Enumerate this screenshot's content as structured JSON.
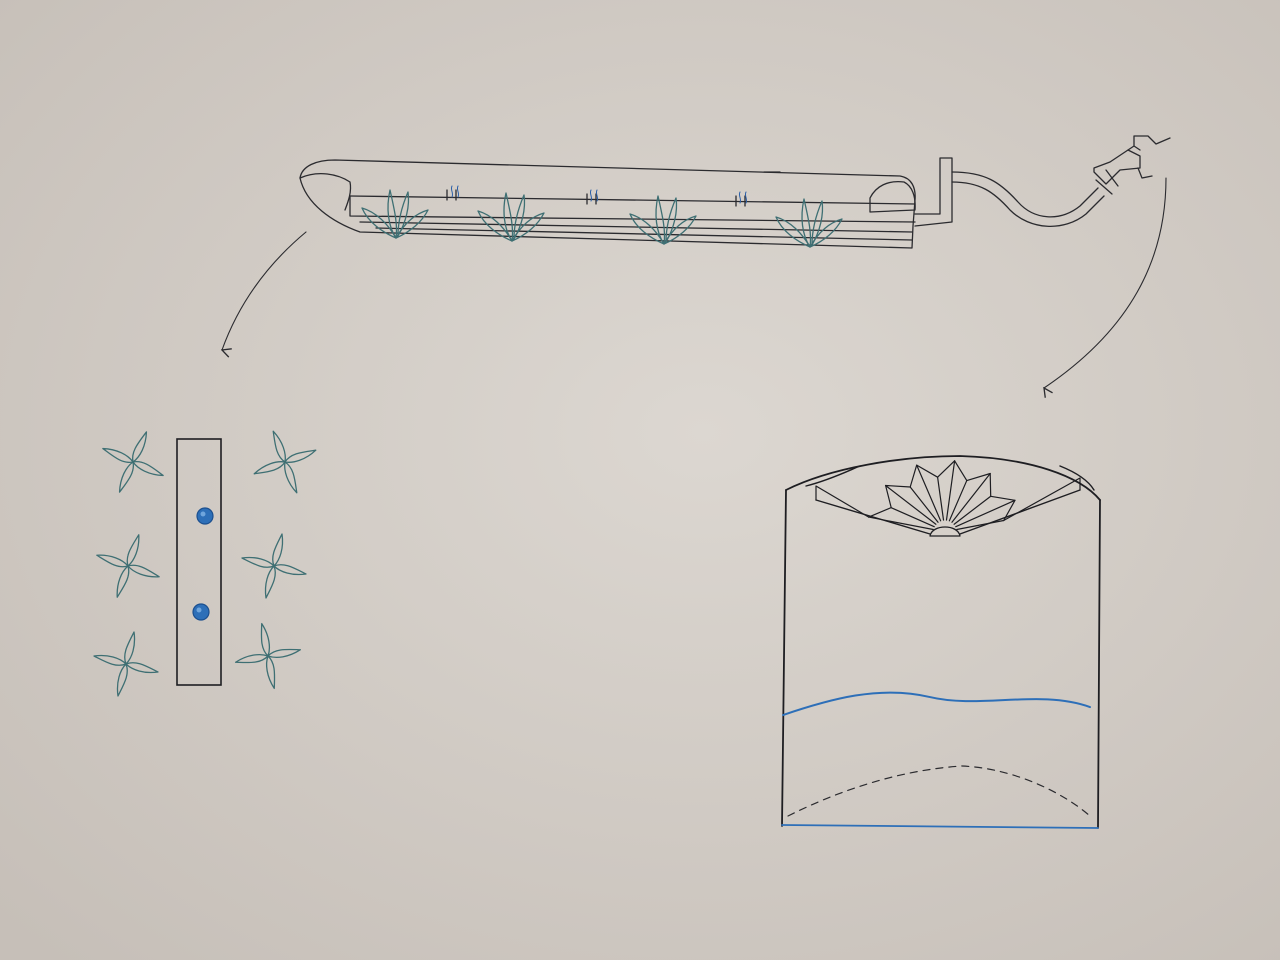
{
  "drawing": {
    "background_color": "#cfc9c3",
    "paper_highlight": "#dcd7d1",
    "ink_color": "#2b2b2f",
    "plant_ink_color": "#3e6f73",
    "water_color": "#2d6fb8",
    "drip_color": "#2a5fa8"
  },
  "parts": {
    "pipe_system": {
      "plant_count": 4,
      "tap_icon": "faucet-icon",
      "hose_icon": "hose-icon"
    },
    "top_view": {
      "plant_count": 6,
      "emitter_count": 2,
      "plant_icon": "four-leaf-plant-icon"
    },
    "tank": {
      "water_level": 0.36,
      "filter_folds": 11
    }
  }
}
